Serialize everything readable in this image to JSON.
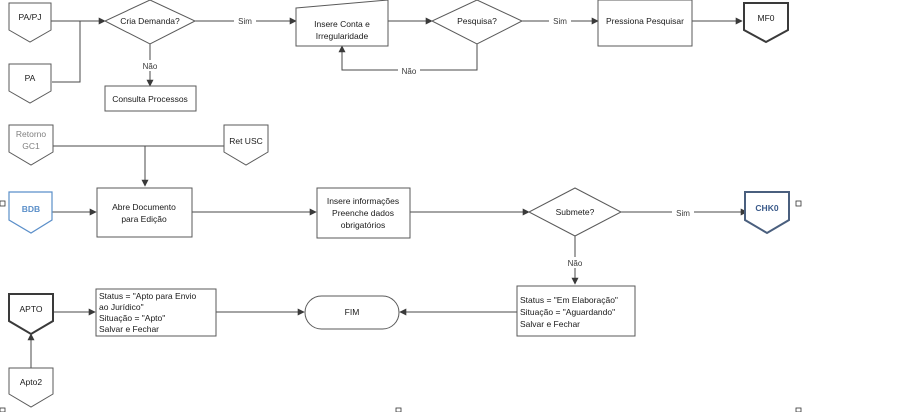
{
  "nodes": {
    "pa_pj": "PA/PJ",
    "pa": "PA",
    "cria_demanda": "Cria Demanda?",
    "consulta_processos": "Consulta Processos",
    "insere_conta": [
      "Insere Conta e",
      "Irregularidade"
    ],
    "pesquisa": "Pesquisa?",
    "pressiona_pesquisar": "Pressiona Pesquisar",
    "mf0": "MF0",
    "retorno_gc1": [
      "Retorno",
      "GC1"
    ],
    "ret_usc": "Ret USC",
    "bdb": "BDB",
    "abre_documento": [
      "Abre Documento",
      "para Edição"
    ],
    "insere_informacoes": [
      "Insere informações",
      "Preenche dados",
      "obrigatórios"
    ],
    "submete": "Submete?",
    "chk0": "CHK0",
    "apto": "APTO",
    "apto2": "Apto2",
    "status_apto": [
      "Status = \"Apto para Envio",
      "ao Jurídico\"",
      "Situação = \"Apto\"",
      "Salvar e Fechar"
    ],
    "fim": "FIM",
    "status_elaboracao": [
      "Status = \"Em Elaboração\"",
      "Situação = \"Aguardando\"",
      "Salvar e Fechar"
    ]
  },
  "edge_labels": {
    "sim_1": "Sim",
    "nao_1": "Não",
    "sim_2": "Sim",
    "nao_2": "Não",
    "sim_3": "Sim",
    "nao_3": "Não"
  }
}
